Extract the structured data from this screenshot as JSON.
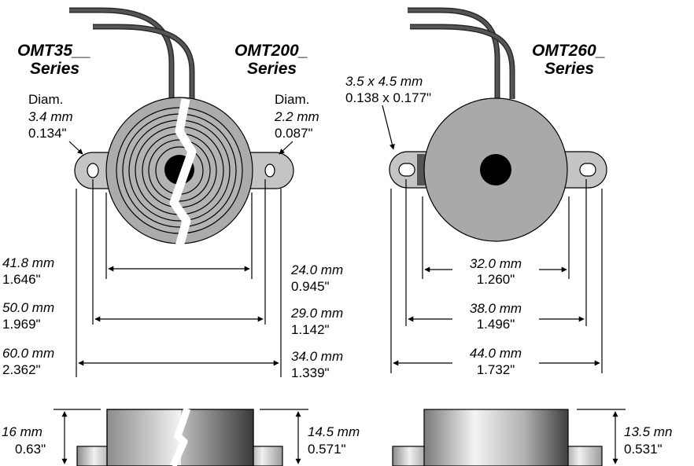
{
  "left_diagram": {
    "series_left": [
      "OMT35__",
      "Series"
    ],
    "series_right": [
      "OMT200_",
      "Series"
    ],
    "hole_left": {
      "label": "Diam.",
      "mm": "3.4 mm",
      "inch": "0.134\""
    },
    "hole_right": {
      "label": "Diam.",
      "mm": "2.2 mm",
      "inch": "0.087\""
    },
    "dims_left": [
      {
        "mm": "41.8 mm",
        "inch": "1.646\""
      },
      {
        "mm": "50.0 mm",
        "inch": "1.969\""
      },
      {
        "mm": "60.0 mm",
        "inch": "2.362\""
      }
    ],
    "dims_right": [
      {
        "mm": "24.0 mm",
        "inch": "0.945\""
      },
      {
        "mm": "29.0 mm",
        "inch": "1.142\""
      },
      {
        "mm": "34.0 mm",
        "inch": "1.339\""
      }
    ],
    "height_left": {
      "mm": "16 mm",
      "inch": "0.63\""
    },
    "height_right": {
      "mm": "14.5 mm",
      "inch": "0.571\""
    }
  },
  "right_diagram": {
    "series": [
      "OMT260_",
      "Series"
    ],
    "slot": {
      "mm": "3.5 x 4.5 mm",
      "inch": "0.138 x 0.177\""
    },
    "dims": [
      {
        "mm": "32.0 mm",
        "inch": "1.260\""
      },
      {
        "mm": "38.0 mm",
        "inch": "1.496\""
      },
      {
        "mm": "44.0 mm",
        "inch": "1.732\""
      }
    ],
    "height": {
      "mm": "13.5 mn",
      "inch": "0.531\""
    }
  },
  "colors": {
    "body_gray": "#a9a9a9",
    "ring_gray": "#b3b3b3",
    "flange_gray": "#c4c4c4",
    "wire_dark": "#3a3a3a",
    "center_hole": "#000000"
  }
}
